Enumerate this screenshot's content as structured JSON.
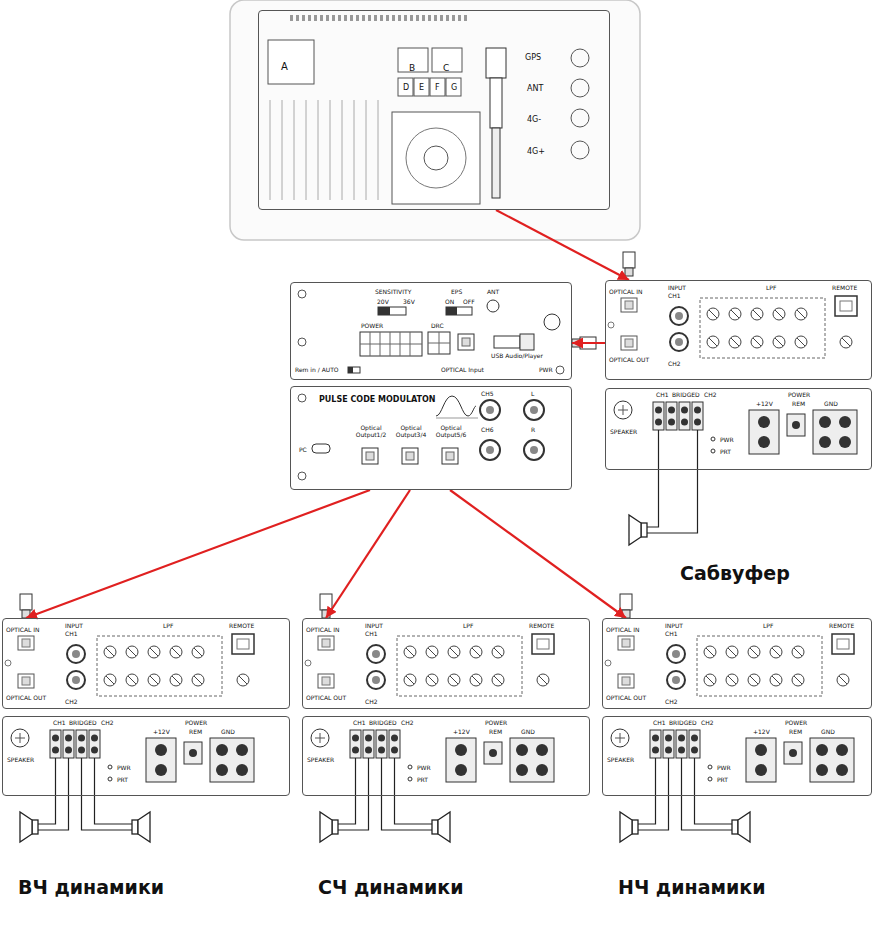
{
  "diagram": {
    "nodes": [
      {
        "text": [
          "A",
          "B",
          "C",
          "D",
          "E",
          "F",
          "G",
          "GPS",
          "ANT",
          "4G-",
          "4G+"
        ]
      },
      {
        "text": [
          "SENSITIVITY",
          "20V",
          "36V",
          "EPS",
          "ON",
          "OFF",
          "ANT",
          "POWER",
          "DRC",
          "OPTICAL Input",
          "USB Audio/Player",
          "PWR",
          "Rem in / AUTO"
        ]
      },
      {
        "text": [
          "OPTICAL IN",
          "OPTICAL OUT",
          "INPUT",
          "CH1",
          "CH2",
          "LPF",
          "REMOTE"
        ]
      },
      {
        "text": [
          "PULSE CODE MODULATON",
          "PC",
          "Optical Output1/2",
          "Optical Output3/4",
          "Optical Output5/6",
          "CH5",
          "L",
          "CH6",
          "R"
        ]
      },
      {
        "text": [
          "SPEAKER",
          "CH1",
          "BRIDGED",
          "CH2",
          "POWER",
          "+12V",
          "REM",
          "GND",
          "PWR",
          "PRT"
        ]
      },
      {
        "text": [
          "OPTICAL IN",
          "OPTICAL OUT",
          "INPUT",
          "CH1",
          "CH2",
          "LPF",
          "REMOTE"
        ]
      },
      {
        "text": [
          "OPTICAL IN",
          "OPTICAL OUT",
          "INPUT",
          "CH1",
          "CH2",
          "LPF",
          "REMOTE"
        ]
      },
      {
        "text": [
          "OPTICAL IN",
          "OPTICAL OUT",
          "INPUT",
          "CH1",
          "CH2",
          "LPF",
          "REMOTE"
        ]
      },
      {
        "text": [
          "SPEAKER",
          "CH1",
          "BRIDGED",
          "CH2",
          "POWER",
          "+12V",
          "REM",
          "GND",
          "PWR",
          "PRT"
        ]
      },
      {
        "text": [
          "SPEAKER",
          "CH1",
          "BRIDGED",
          "CH2",
          "POWER",
          "+12V",
          "REM",
          "GND",
          "PWR",
          "PRT"
        ]
      },
      {
        "text": [
          "SPEAKER",
          "CH1",
          "BRIDGED",
          "CH2",
          "POWER",
          "+12V",
          "REM",
          "GND",
          "PWR",
          "PRT"
        ]
      }
    ],
    "edges": [
      {
        "from": 0,
        "to": 2,
        "arrow": "to"
      },
      {
        "from": 2,
        "to": 1,
        "arrow": "to"
      },
      {
        "from": 3,
        "to": 5,
        "arrow": "to"
      },
      {
        "from": 3,
        "to": 6,
        "arrow": "to"
      },
      {
        "from": 3,
        "to": 7,
        "arrow": "to"
      }
    ],
    "labels": [
      "Сабвуфер",
      "ВЧ динамики",
      "СЧ динамики",
      "НЧ динамики"
    ]
  }
}
